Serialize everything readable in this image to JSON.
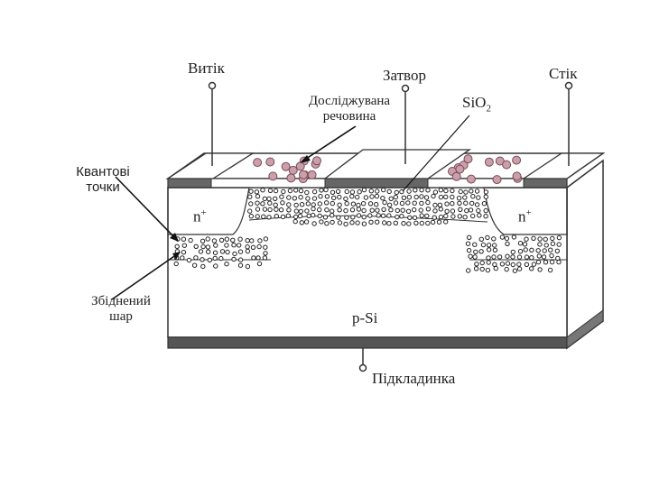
{
  "labels": {
    "source": "Витік",
    "gate": "Затвор",
    "drain": "Стік",
    "analyte_line1": "Досліджувана",
    "analyte_line2": "речовина",
    "oxide_main": "SiO",
    "oxide_sub": "2",
    "quantum_dots_line1": "Квантові",
    "quantum_dots_line2": "точки",
    "depletion_line1": "Збіднений",
    "depletion_line2": "шар",
    "n_left_base": "n",
    "n_left_sup": "+",
    "n_right_base": "n",
    "n_right_sup": "+",
    "substrate_material": "p-Si",
    "substrate": "Підкладинка"
  },
  "colors": {
    "outline": "#333333",
    "contact": "#555555",
    "particle": "#c9a0aa",
    "particle_stroke": "#7a4a55",
    "dot": "#222222"
  }
}
